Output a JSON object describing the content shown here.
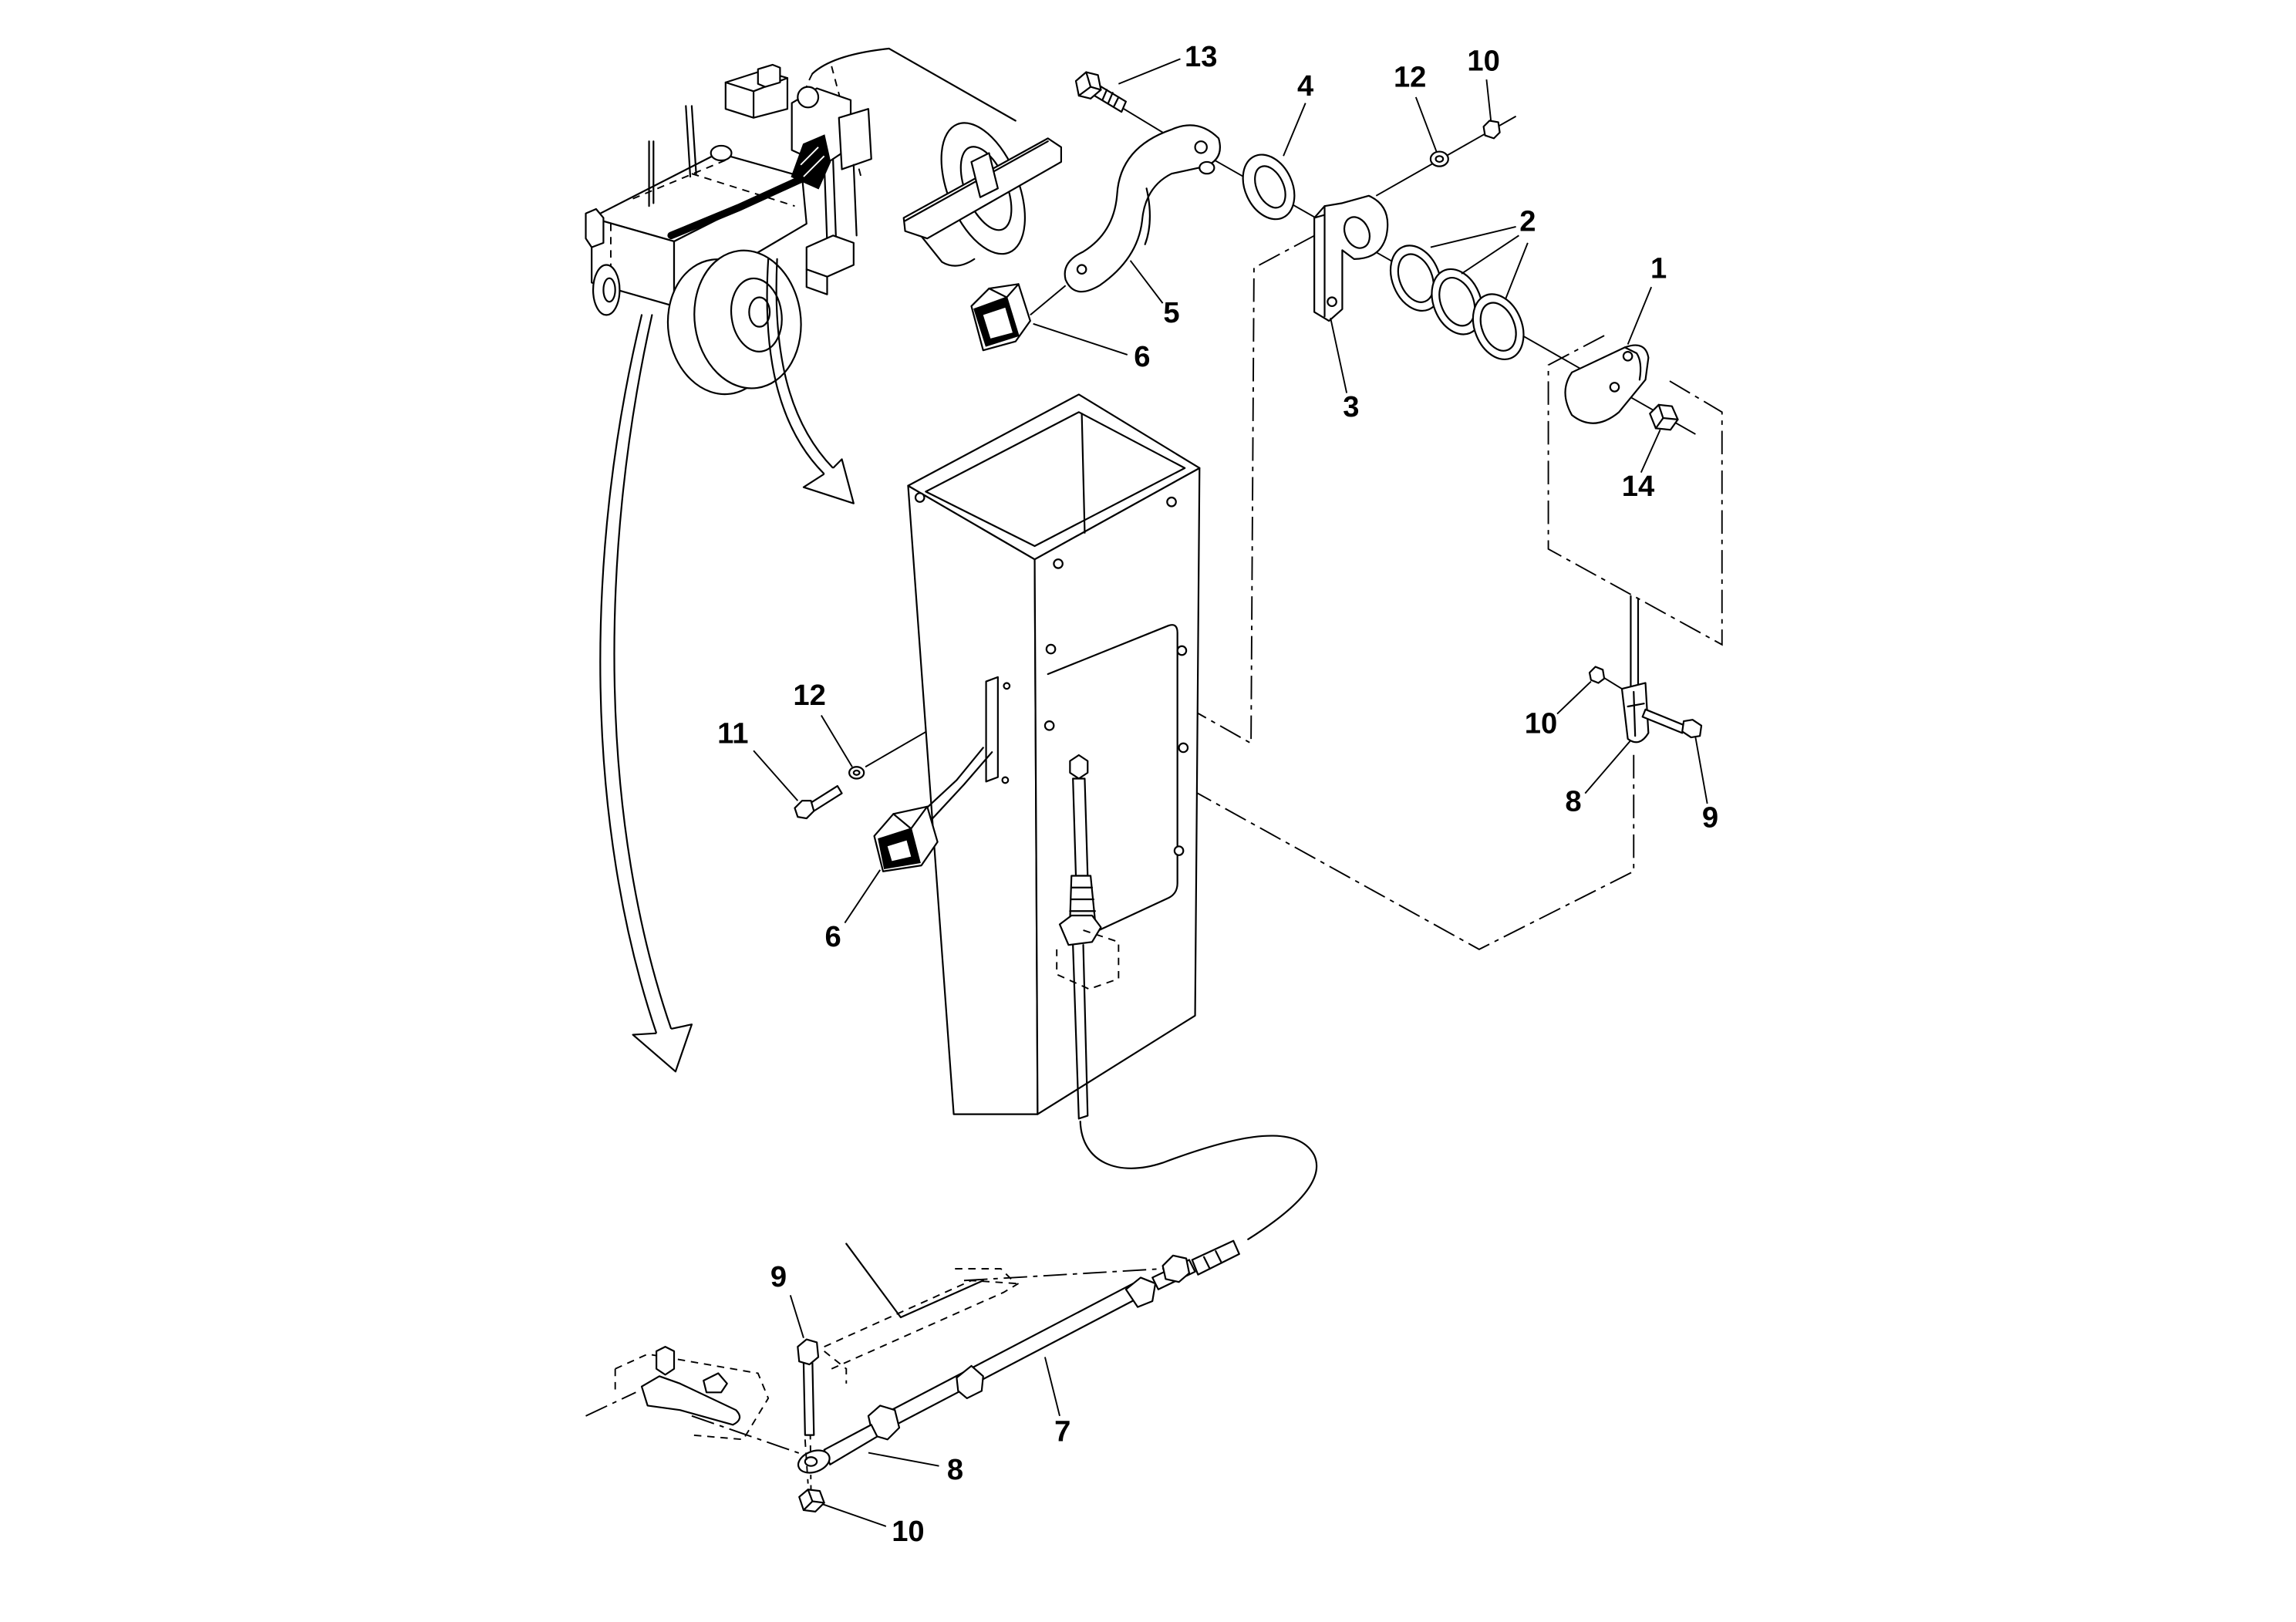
{
  "diagram": {
    "callouts": [
      "13",
      "4",
      "12",
      "10",
      "2",
      "1",
      "5",
      "6",
      "3",
      "14",
      "12",
      "11",
      "10",
      "8",
      "9",
      "6",
      "9",
      "7",
      "8",
      "10"
    ]
  },
  "colors": {
    "ink": "#000000",
    "background": "#ffffff"
  }
}
